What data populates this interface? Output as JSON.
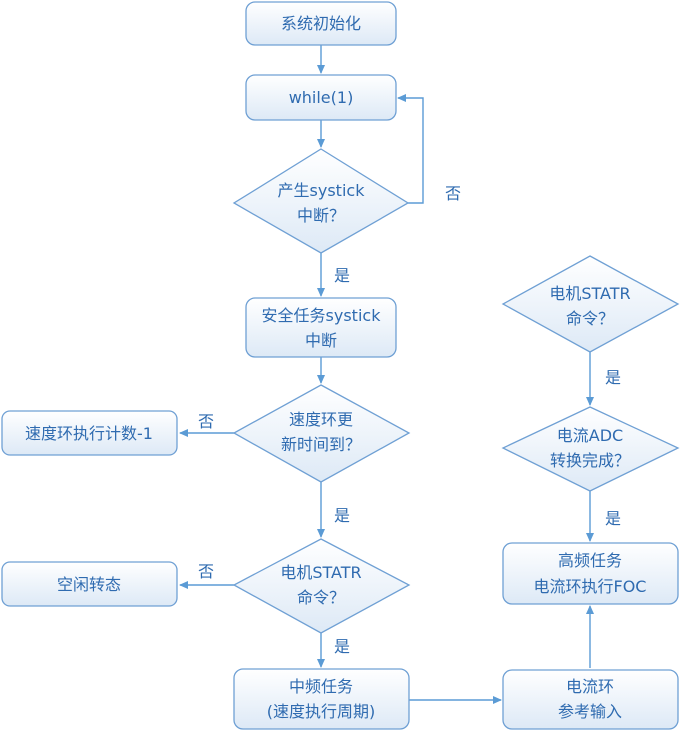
{
  "nodes": {
    "init": "系统初始化",
    "while": "while(1)",
    "systick_q": [
      "产生systick",
      "中断？"
    ],
    "safety": [
      "安全任务systick",
      "中断"
    ],
    "speed_q": [
      "速度环更",
      "新时间到？"
    ],
    "speed_count": "速度环执行计数-1",
    "motor_q_left": [
      "电机STATR",
      "命令？"
    ],
    "idle": "空闲转态",
    "mid_task": [
      "中频任务",
      "(速度执行周期)"
    ],
    "current_ref": [
      "电流环",
      "参考输入"
    ],
    "motor_q_right": [
      "电机STATR",
      "命令？"
    ],
    "adc_q": [
      "电流ADC",
      "转换完成？"
    ],
    "high_task": [
      "高频任务",
      "电流环执行FOC"
    ]
  },
  "edge_labels": {
    "systick_no": "否",
    "systick_yes": "是",
    "speed_no": "否",
    "speed_yes": "是",
    "motor_left_no": "否",
    "motor_left_yes": "是",
    "motor_right_yes": "是",
    "adc_yes": "是"
  },
  "colors": {
    "stroke": "#6fa0d4",
    "arrow": "#5b9bd5",
    "text": "#2f6bb0",
    "fill_top": "#ffffff",
    "fill_bottom": "#dde9f6"
  }
}
